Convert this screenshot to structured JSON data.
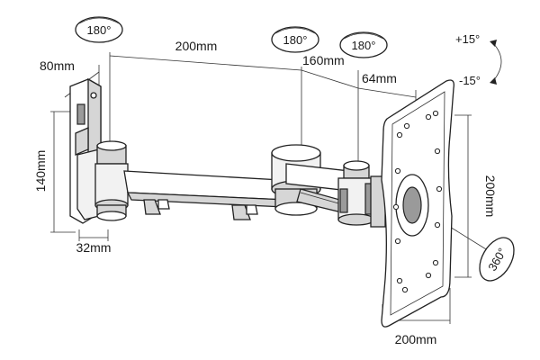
{
  "dimensions": {
    "arm_length_1": "200mm",
    "arm_length_2": "160mm",
    "arm_length_3": "64mm",
    "wall_plate_width": "80mm",
    "wall_plate_height": "140mm",
    "wall_plate_depth": "32mm",
    "vesa_height": "200mm",
    "vesa_width": "200mm"
  },
  "rotations": {
    "wall_pivot": "180°",
    "middle_pivot": "180°",
    "head_pivot": "180°",
    "screen_rotation": "360°"
  },
  "tilt": {
    "up": "+15°",
    "down": "-15°"
  }
}
